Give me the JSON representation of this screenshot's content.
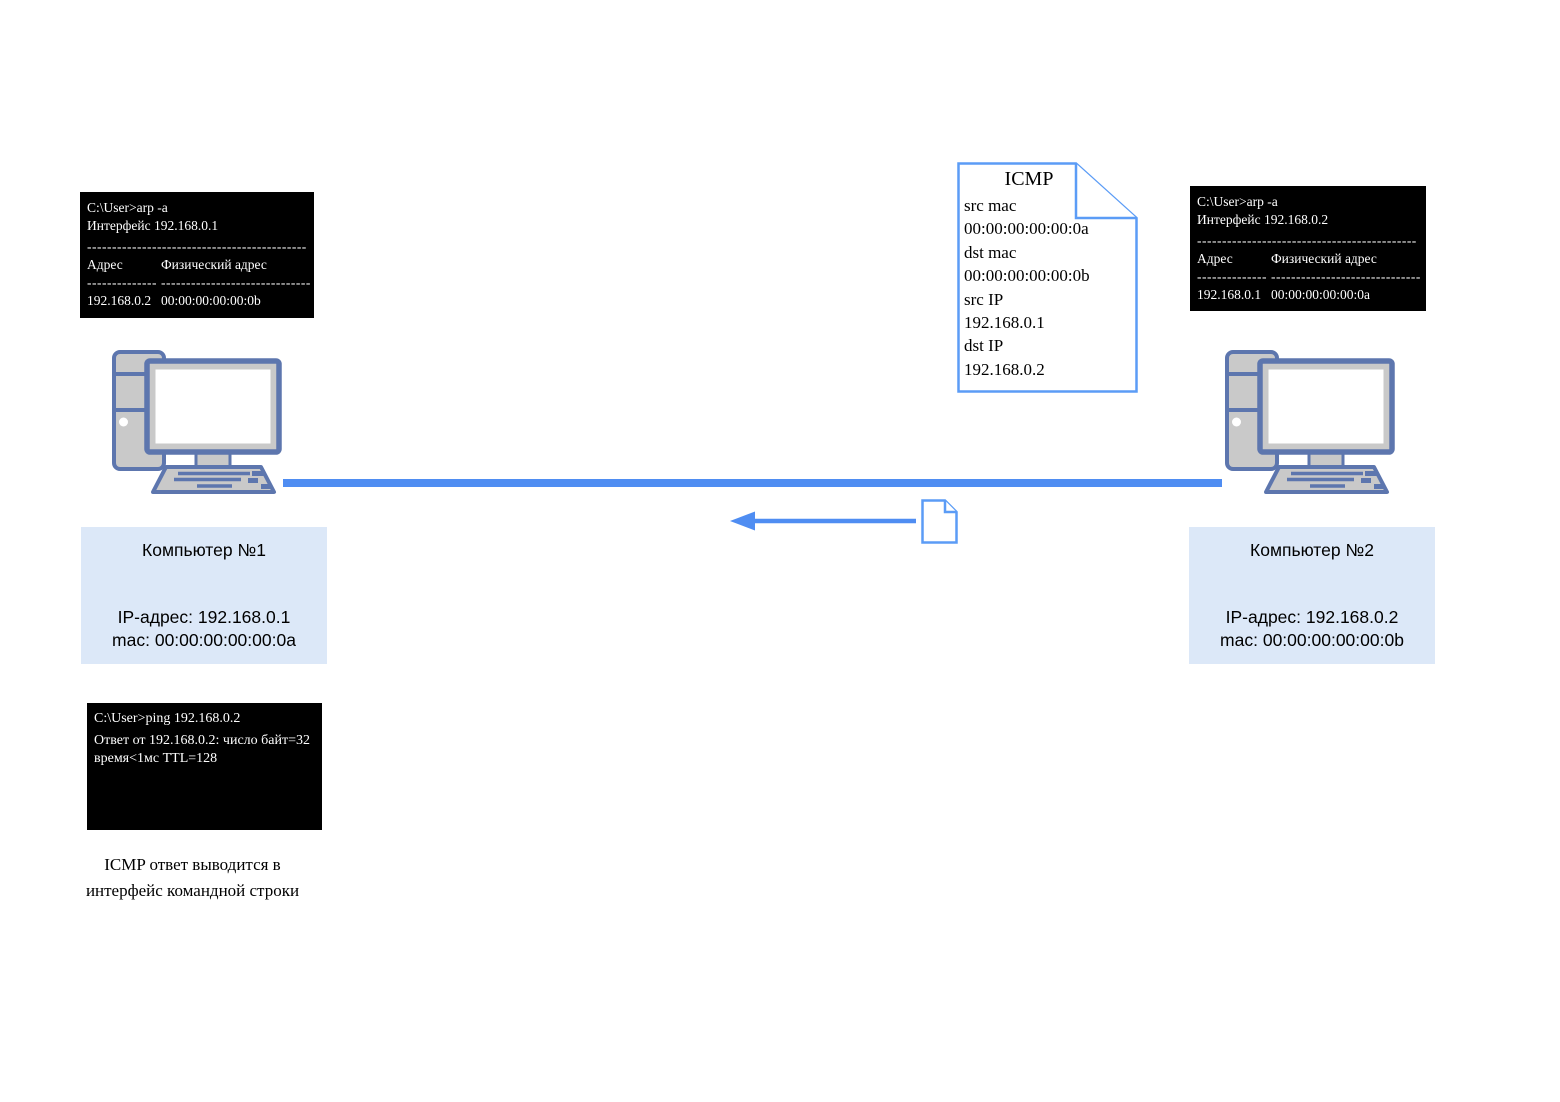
{
  "colors": {
    "accent_blue": "#4f8df2",
    "doc_border": "#5b9cf6",
    "computer_border": "#5d76ae",
    "computer_fill": "#c9c9c9",
    "label_bg": "#dce8f8",
    "terminal_bg": "#000000",
    "terminal_fg": "#ffffff",
    "canvas_bg": "#ffffff"
  },
  "terminal_arp_1": {
    "prompt": "C:\\User>arp -a",
    "interface": "Интерфейс 192.168.0.1",
    "divider_full": "--------------------------------------------",
    "col_address": "Адрес",
    "col_physical": "Физический адрес",
    "divider_col1": "--------------",
    "divider_col2": "------------------------------",
    "row_address": "192.168.0.2",
    "row_physical": "00:00:00:00:00:0b"
  },
  "terminal_arp_2": {
    "prompt": "C:\\User>arp -a",
    "interface": "Интерфейс 192.168.0.2",
    "divider_full": "--------------------------------------------",
    "col_address": "Адрес",
    "col_physical": "Физический адрес",
    "divider_col1": "--------------",
    "divider_col2": "------------------------------",
    "row_address": "192.168.0.1",
    "row_physical": "00:00:00:00:00:0a"
  },
  "icmp_packet": {
    "title": "ICMP",
    "lines": [
      "src mac",
      "00:00:00:00:00:0a",
      "dst mac",
      "00:00:00:00:00:0b",
      "src IP",
      "192.168.0.1",
      "dst IP",
      "192.168.0.2"
    ]
  },
  "computer1": {
    "name": "Компьютер №1",
    "ip": "IP-адрес: 192.168.0.1",
    "mac": "mac: 00:00:00:00:00:0a"
  },
  "computer2": {
    "name": "Компьютер №2",
    "ip": "IP-адрес: 192.168.0.2",
    "mac": "mac: 00:00:00:00:00:0b"
  },
  "terminal_ping": {
    "line1": "C:\\User>ping 192.168.0.2",
    "line2": "Ответ от 192.168.0.2: число байт=32",
    "line3": "время<1мс TTL=128"
  },
  "caption": {
    "line1": "ICMP ответ выводится в",
    "line2": "интерфейс командной строки"
  }
}
